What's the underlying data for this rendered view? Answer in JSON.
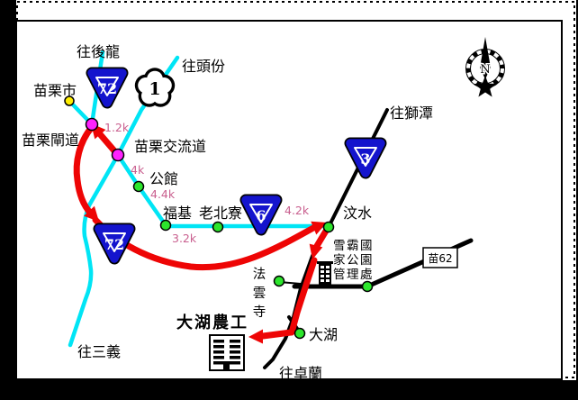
{
  "map": {
    "labels": {
      "to_houlong": "往後龍",
      "to_toufen": "往頭份",
      "miaoli_city": "苗栗市",
      "miaoli_ramp": "苗栗閘道",
      "miaoli_interchange": "苗栗交流道",
      "gongguan": "公館",
      "fuji": "福基",
      "laobeiliao": "老北寮",
      "wenshui": "汶水",
      "to_shitan": "往獅潭",
      "dahu": "大湖",
      "to_zhuolan": "往卓蘭",
      "to_sanyi": "往三義",
      "dahu_school": "大湖農工",
      "fayun_temple": "法雲寺"
    },
    "sheipa_office": {
      "lines": [
        "雪霸國",
        "家公園",
        "管理處"
      ]
    },
    "distances": {
      "ramp": "1.2k",
      "interchange_gongguan": "4k",
      "gongguan_fuji": "4.4k",
      "fuji_laobeiliao": "3.2k",
      "laobeiliao_wenshui": "4.2k"
    },
    "shields": {
      "expressway_72": "72",
      "national_1": "1",
      "provincial_3": "3",
      "provincial_6": "6",
      "county_miao62": "苗62"
    },
    "compass": {
      "north": "N"
    },
    "colors": {
      "freeway_cyan": "#00e5f5",
      "route_red": "#ee0505",
      "shield_blue": "#1414cd",
      "distance_pink": "#c9608f",
      "interchange_magenta": "#ff22ff",
      "town_green": "#2ce62c",
      "city_yellow": "#ffee00",
      "road_black": "#000000"
    }
  }
}
